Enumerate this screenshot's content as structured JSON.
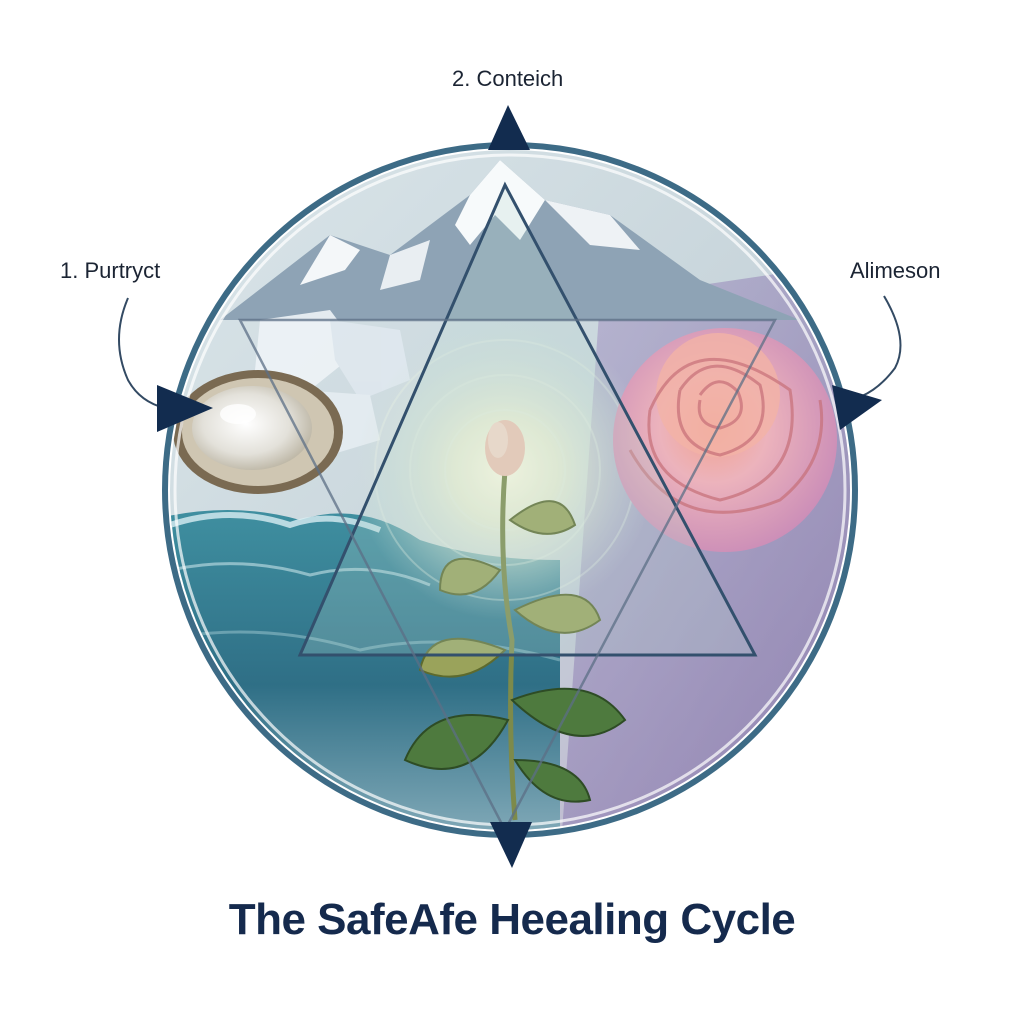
{
  "labels": {
    "top": "2. Conteich",
    "left": "1. Purtryct",
    "right": "Alimeson"
  },
  "title": "The SafeAfe Heealing Cycle",
  "colors": {
    "ring": "#3d6b86",
    "arrow": "#122c4f",
    "title": "#152a4d"
  }
}
